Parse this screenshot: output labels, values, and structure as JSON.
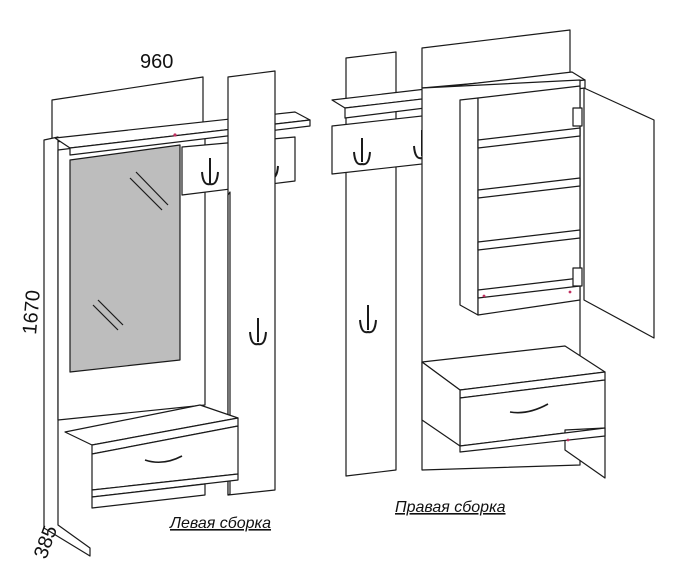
{
  "dimensions": {
    "width": "960",
    "height": "1670",
    "depth": "385"
  },
  "captions": {
    "left": "Левая сборка",
    "right": "Правая сборка"
  },
  "colors": {
    "line": "#1a1a1a",
    "mirror": "#bdbdbd",
    "panel": "#ffffff",
    "accent_dot": "#c03060"
  }
}
